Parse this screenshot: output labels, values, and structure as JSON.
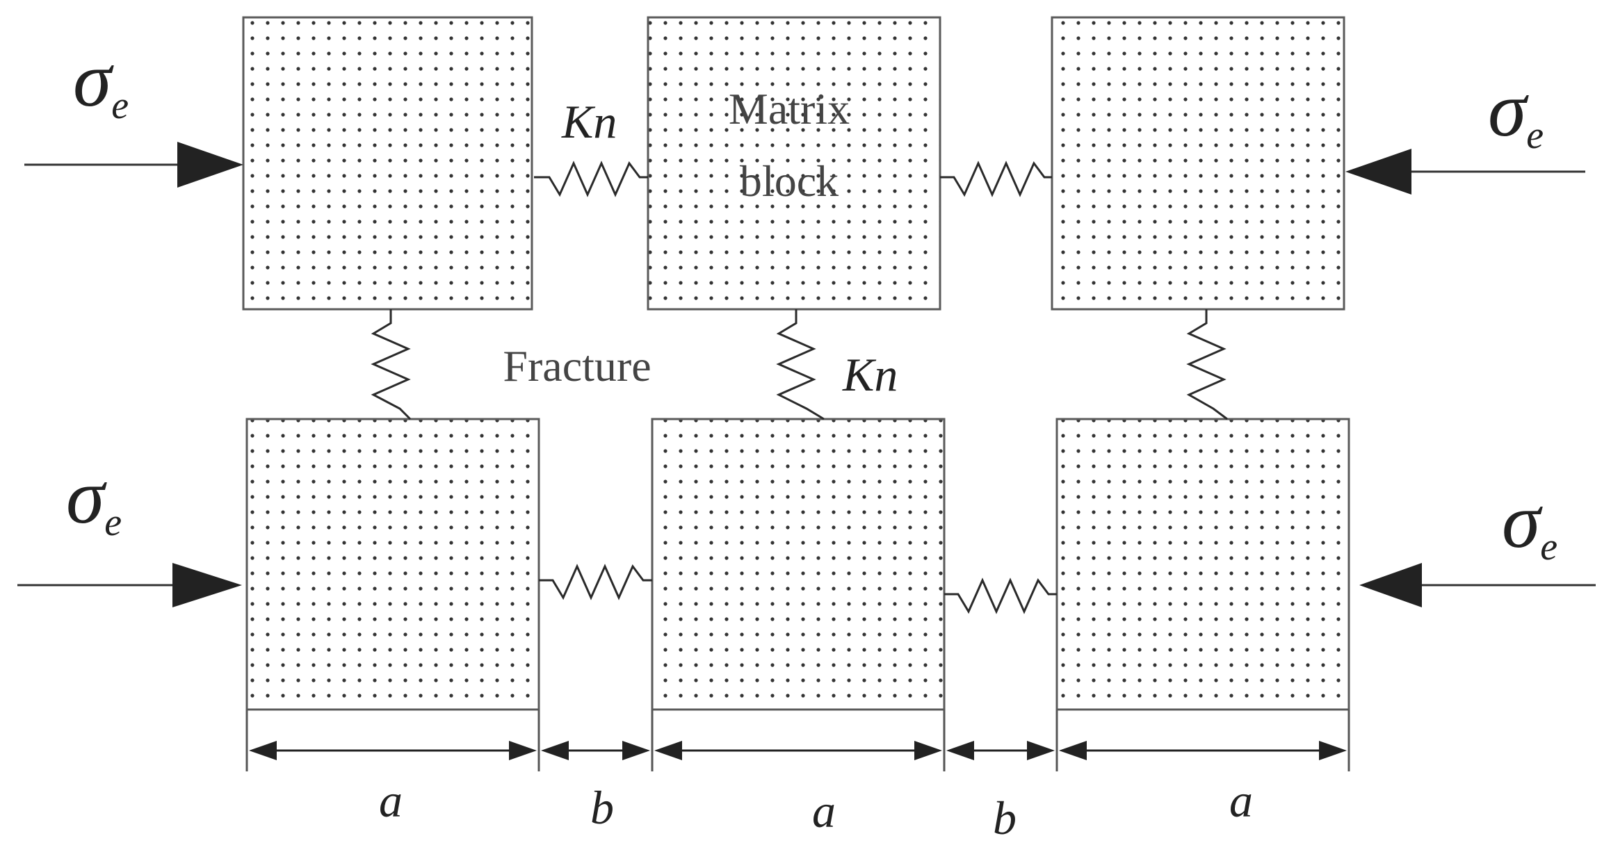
{
  "labels": {
    "matrix_line1": "Matrix",
    "matrix_line2": "block",
    "fracture": "Fracture",
    "stiffness_top": "Kn",
    "stiffness_mid": "Kn",
    "stress_symbol": "σ",
    "stress_subscript": "e",
    "dim_block": "a",
    "dim_gap": "b"
  },
  "icons": {
    "force_arrow": "filled-triangle-arrow",
    "spring": "zigzag-spring"
  },
  "colors": {
    "block_fill": "#ffffff",
    "dot": "#333333",
    "line": "#222222"
  }
}
